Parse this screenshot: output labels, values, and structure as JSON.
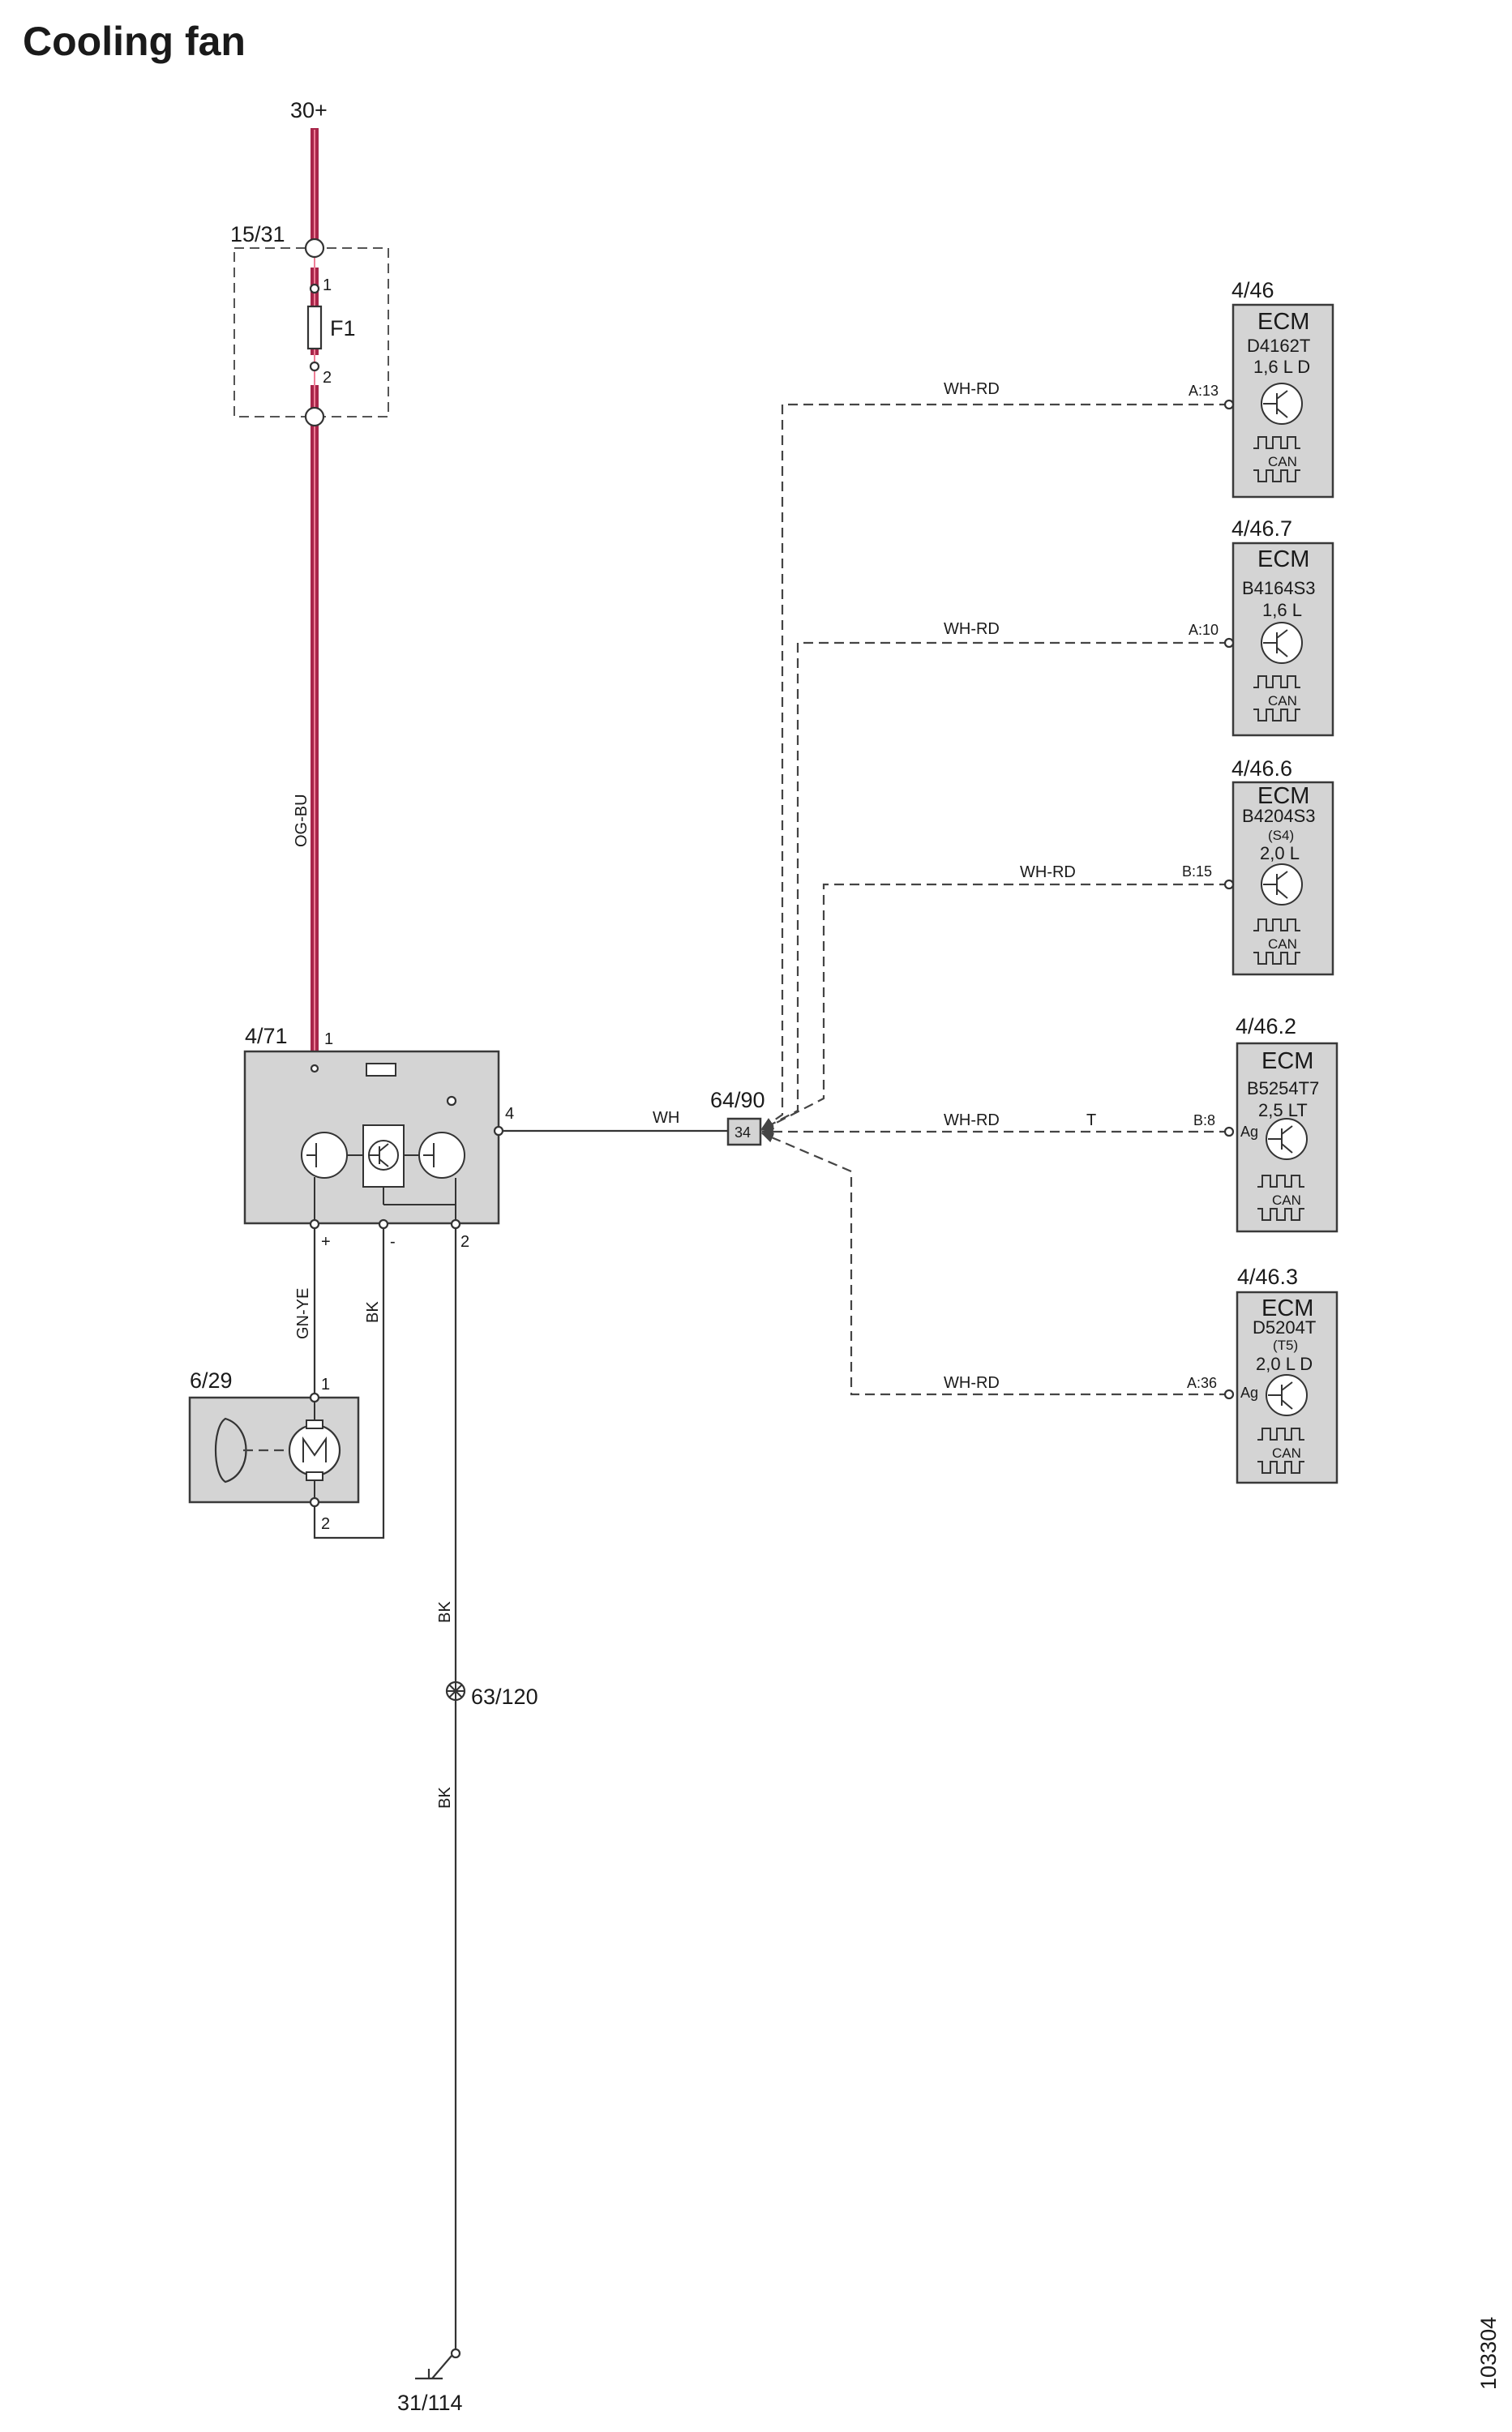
{
  "title": "Cooling fan",
  "supply": "30+",
  "ground": "31/114",
  "figure_id": "103304",
  "fuse_box": {
    "id": "15/31",
    "fuse": "F1",
    "pin_in": "1",
    "pin_out": "2"
  },
  "wire_power": "OG-BU",
  "control_module": {
    "id": "4/71",
    "pin_supply": "1",
    "pin_signal": "4",
    "pin_plus": "+",
    "pin_minus": "-",
    "pin_ground": "2"
  },
  "wire_signal": "WH",
  "splice": {
    "id": "64/90",
    "pin": "34"
  },
  "fan_motor": {
    "id": "6/29",
    "pin_1": "1",
    "pin_2": "2"
  },
  "wire_motor_pos": "GN-YE",
  "wire_motor_neg": "BK",
  "wire_ground_1": "BK",
  "wire_ground_2": "BK",
  "ground_point": "63/120",
  "ecms": [
    {
      "id": "4/46",
      "title": "ECM",
      "engine": "D4162T",
      "variant": "",
      "size": "1,6 L D",
      "pin": "A:13",
      "wire": "WH-RD",
      "ag": "",
      "mark": "",
      "can": "CAN"
    },
    {
      "id": "4/46.7",
      "title": "ECM",
      "engine": "B4164S3",
      "variant": "",
      "size": "1,6 L",
      "pin": "A:10",
      "wire": "WH-RD",
      "ag": "",
      "mark": "",
      "can": "CAN"
    },
    {
      "id": "4/46.6",
      "title": "ECM",
      "engine": "B4204S3",
      "variant": "(S4)",
      "size": "2,0 L",
      "pin": "B:15",
      "wire": "WH-RD",
      "ag": "",
      "mark": "",
      "can": "CAN"
    },
    {
      "id": "4/46.2",
      "title": "ECM",
      "engine": "B5254T7",
      "variant": "",
      "size": "2,5 LT",
      "pin": "B:8",
      "wire": "WH-RD",
      "ag": "Ag",
      "mark": "T",
      "can": "CAN"
    },
    {
      "id": "4/46.3",
      "title": "ECM",
      "engine": "D5204T",
      "variant": "(T5)",
      "size": "2,0 L D",
      "pin": "A:36",
      "wire": "WH-RD",
      "ag": "Ag",
      "mark": "",
      "can": "CAN"
    }
  ]
}
